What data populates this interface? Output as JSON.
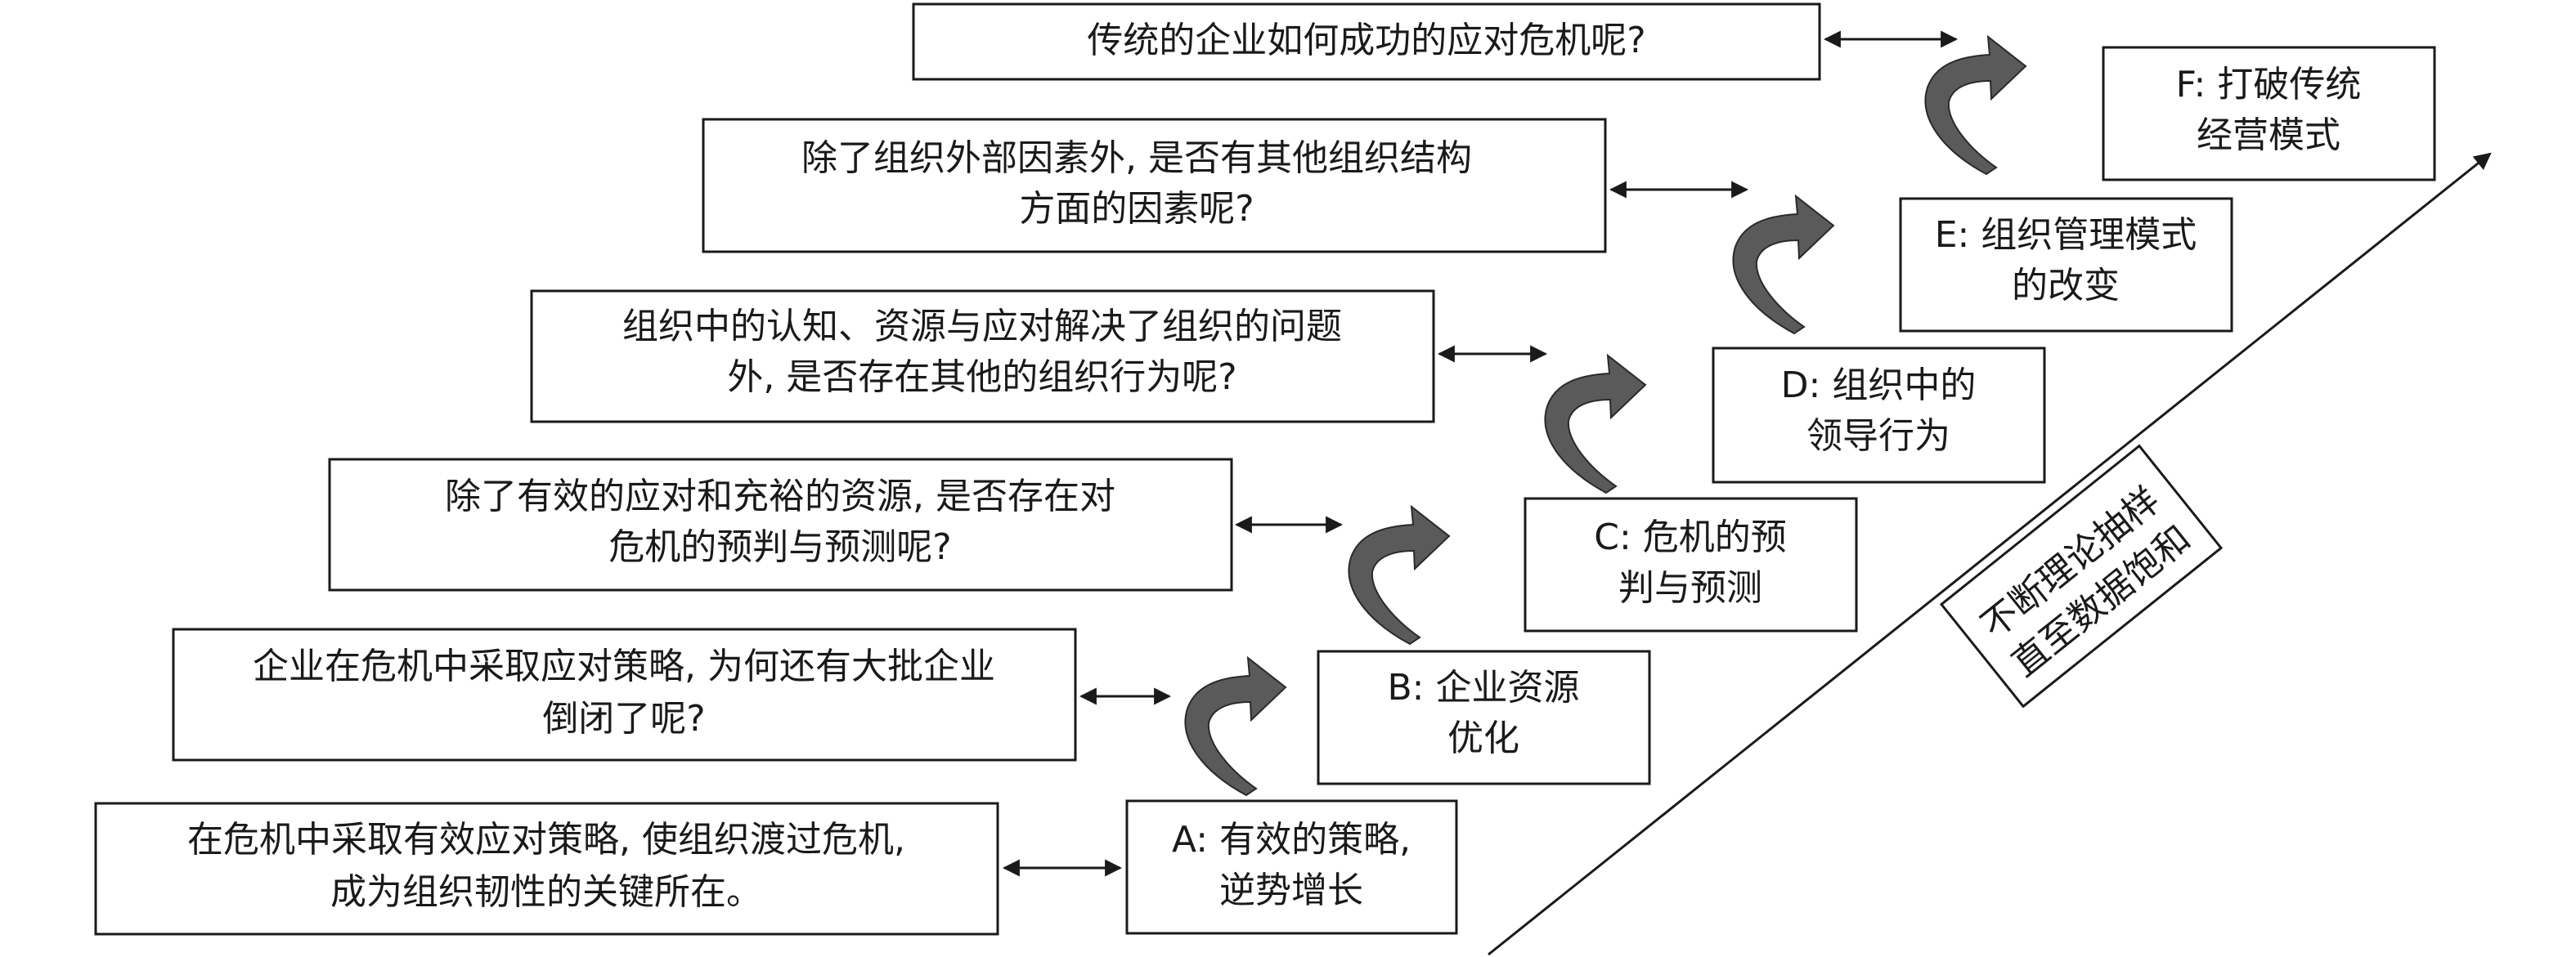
{
  "questions": [
    {
      "id": "q1",
      "lines": [
        "在危机中采取有效应对策略, 使组织渡过危机,",
        "成为组织韧性的关键所在。"
      ]
    },
    {
      "id": "q2",
      "lines": [
        "企业在危机中采取应对策略, 为何还有大批企业",
        "倒闭了呢?"
      ]
    },
    {
      "id": "q3",
      "lines": [
        "除了有效的应对和充裕的资源, 是否存在对",
        "危机的预判与预测呢?"
      ]
    },
    {
      "id": "q4",
      "lines": [
        "组织中的认知、资源与应对解决了组织的问题",
        "外, 是否存在其他的组织行为呢?"
      ]
    },
    {
      "id": "q5",
      "lines": [
        "除了组织外部因素外, 是否有其他组织结构",
        "方面的因素呢?"
      ]
    },
    {
      "id": "q6",
      "lines": [
        "传统的企业如何成功的应对危机呢?"
      ]
    }
  ],
  "stages": [
    {
      "id": "A",
      "lines": [
        "A: 有效的策略,",
        "逆势增长"
      ]
    },
    {
      "id": "B",
      "lines": [
        "B: 企业资源",
        "优化"
      ]
    },
    {
      "id": "C",
      "lines": [
        "C: 危机的预",
        "判与预测"
      ]
    },
    {
      "id": "D",
      "lines": [
        "D: 组织中的",
        "领导行为"
      ]
    },
    {
      "id": "E",
      "lines": [
        "E: 组织管理模式",
        "的改变"
      ]
    },
    {
      "id": "F",
      "lines": [
        "F: 打破传统",
        "经营模式"
      ]
    }
  ],
  "diagonal_label": {
    "lines": [
      "不断理论抽样",
      "直至数据饱和"
    ]
  },
  "colors": {
    "stroke": "#1a1a1a",
    "curve_arrow_fill": "#5a5a5a",
    "background": "#ffffff"
  }
}
